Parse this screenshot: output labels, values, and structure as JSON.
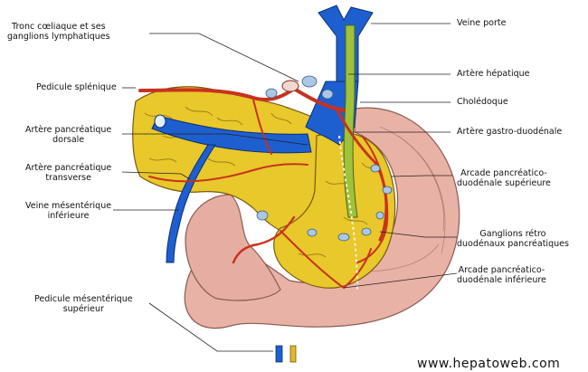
{
  "labels": {
    "tronc_coeliaque": [
      "Tronc cœliaque et ses",
      "ganglions lymphatiques"
    ],
    "pedicule_splenique": "Pedicule splénique",
    "artere_pancreatique_dorsale": [
      "Artère pancréatique",
      "dorsale"
    ],
    "artere_pancreatique_transverse": [
      "Artère pancréatique",
      "transverse"
    ],
    "veine_mesenterique_inferieure": [
      "Veine mésentérique",
      "inférieure"
    ],
    "pedicule_mesenterique_superieur": [
      "Pedicule mésentérique",
      "supérieur"
    ],
    "veine_porte": "Veine porte",
    "artere_hepatique": "Artère hépatique",
    "choledoque": "Cholédoque",
    "artere_gastro_duodenale": "Artère gastro-duodénale",
    "arcade_superieure": [
      "Arcade pancréatico-",
      "duodénale supérieure"
    ],
    "ganglions_retro": [
      "Ganglions rétro",
      "duodénaux pancréatiques"
    ],
    "arcade_inferieure": [
      "Arcade pancréatico-",
      "duodénale inférieure"
    ]
  },
  "watermark": "www.hepatoweb.com",
  "colors": {
    "pancreas": "#e8c82a",
    "pancreas_outline": "#7a5a10",
    "duodenum": "#e9b2a6",
    "vein": "#1e5fd0",
    "artery": "#c8321e",
    "bile_duct": "#9ec23a",
    "lymph_node": "#aac8e6"
  }
}
